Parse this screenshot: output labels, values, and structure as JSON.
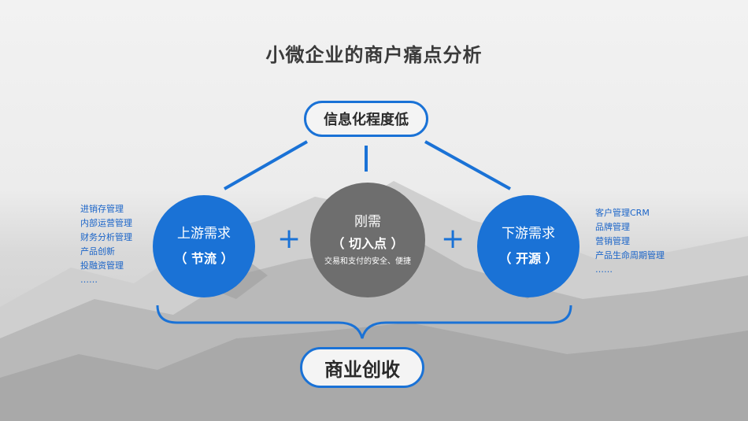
{
  "title": "小微企业的商户痛点分析",
  "top_label": "信息化程度低",
  "bottom_label": "商业创收",
  "left_circle": {
    "main": "上游需求",
    "sub": "（ 节流 ）"
  },
  "center_circle": {
    "main": "刚需",
    "sub": "（ 切入点 ）",
    "note": "交易和支付的安全、便捷"
  },
  "right_circle": {
    "main": "下游需求",
    "sub": "（ 开源 ）"
  },
  "plus_symbol": "+",
  "left_list": [
    "进销存管理",
    "内部运营管理",
    "财务分析管理",
    "产品创新",
    "投融资管理",
    "……"
  ],
  "right_list": [
    "客户管理CRM",
    "品牌管理",
    "营销管理",
    "产品生命周期管理",
    "……"
  ],
  "colors": {
    "accent_blue": "#1a72d6",
    "center_grey": "#6e6e6e",
    "title": "#3a3a3a"
  }
}
